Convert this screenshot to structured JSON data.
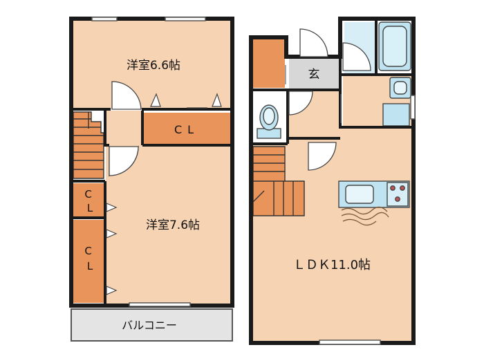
{
  "floor_plan": {
    "upper_floor": {
      "bedroom_top": "洋室6.6帖",
      "closet_wide": "CL",
      "closet_small": "C\nL",
      "closet_tall": "C\nL",
      "bedroom_bottom": "洋室7.6帖",
      "balcony": "バルコニー"
    },
    "lower_floor": {
      "entrance": "玄",
      "ldk": "ＬＤＫ11.0帖"
    }
  },
  "colors": {
    "room": "#f5d3b3",
    "closet": "#e9945a",
    "wall": "#1a1a1a",
    "bath_fixture": "#bfe3f0",
    "entrance": "#d7d7d7",
    "balcony": "#e4e4e4"
  }
}
